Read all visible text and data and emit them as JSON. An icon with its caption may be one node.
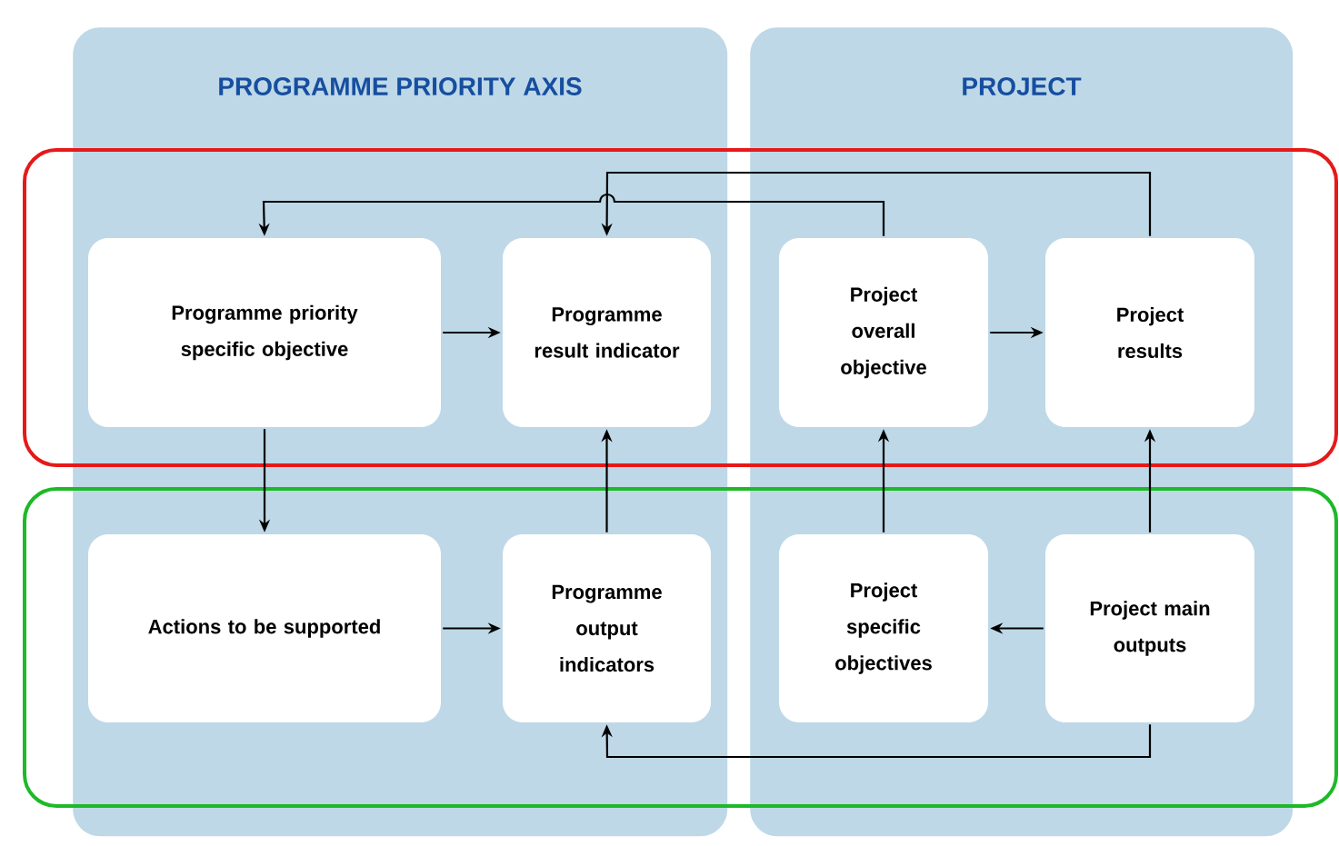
{
  "diagram": {
    "nodes": [
      {
        "text": [
          "PROGRAMME PRIORITY AXIS"
        ]
      },
      {
        "text": [
          "Programme priority specific objective"
        ],
        "in": 0
      },
      {
        "text": [
          "Programme result indicator"
        ],
        "in": 0
      },
      {
        "text": [
          "Actions to be supported"
        ],
        "in": 0
      },
      {
        "text": [
          "Programme output indicators"
        ],
        "in": 0
      },
      {
        "text": [
          "PROJECT"
        ]
      },
      {
        "text": [
          "Project overall objective"
        ],
        "in": 5
      },
      {
        "text": [
          "Project results"
        ],
        "in": 5
      },
      {
        "text": [
          "Project specific objectives"
        ],
        "in": 5
      },
      {
        "text": [
          "Project main outputs"
        ],
        "in": 5
      }
    ],
    "edges": [
      {
        "from": 1,
        "to": 2,
        "arrow": "to"
      },
      {
        "from": 6,
        "to": 7,
        "arrow": "to"
      },
      {
        "from": 1,
        "to": 3,
        "arrow": "to"
      },
      {
        "from": 3,
        "to": 4,
        "arrow": "to"
      },
      {
        "from": 4,
        "to": 2,
        "arrow": "to"
      },
      {
        "from": 8,
        "to": 6,
        "arrow": "to"
      },
      {
        "from": 9,
        "to": 7,
        "arrow": "to"
      },
      {
        "from": 9,
        "to": 8,
        "arrow": "to"
      },
      {
        "from": 9,
        "to": 4,
        "arrow": "to"
      },
      {
        "from": 6,
        "to": 1,
        "arrow": "to"
      },
      {
        "from": 7,
        "to": 2,
        "arrow": "to"
      }
    ]
  }
}
